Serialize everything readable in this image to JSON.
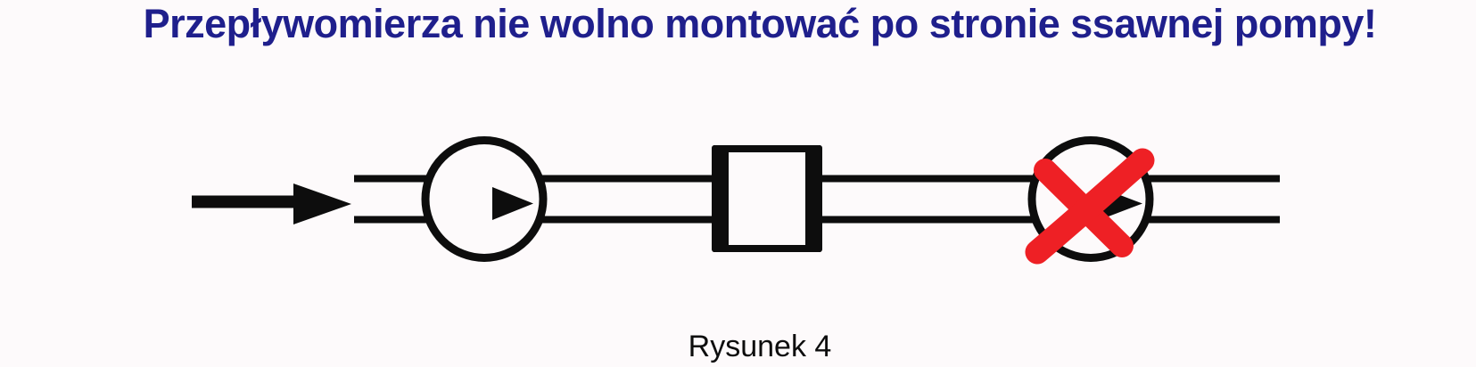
{
  "title": {
    "text": "Przepływomierza nie wolno montować po stronie ssawnej pompy!"
  },
  "caption": {
    "text": "Rysunek 4"
  },
  "diagram": {
    "flow_direction": "left-to-right",
    "symbols": [
      {
        "name": "flow-arrow-icon",
        "meaning": "inlet flow direction arrow"
      },
      {
        "name": "pump-icon",
        "meaning": "pump symbol (circle with flow triangle) - allowed position"
      },
      {
        "name": "flowmeter-icon",
        "meaning": "flow meter symbol (rectangle in pipe)"
      },
      {
        "name": "forbidden-pump-icon",
        "meaning": "pump symbol crossed out with red X - forbidden position"
      }
    ]
  },
  "colors": {
    "background": "#fdfafb",
    "title_navy": "#1f1f8c",
    "ink": "#0d0d0d",
    "cross_red": "#ee2025"
  }
}
